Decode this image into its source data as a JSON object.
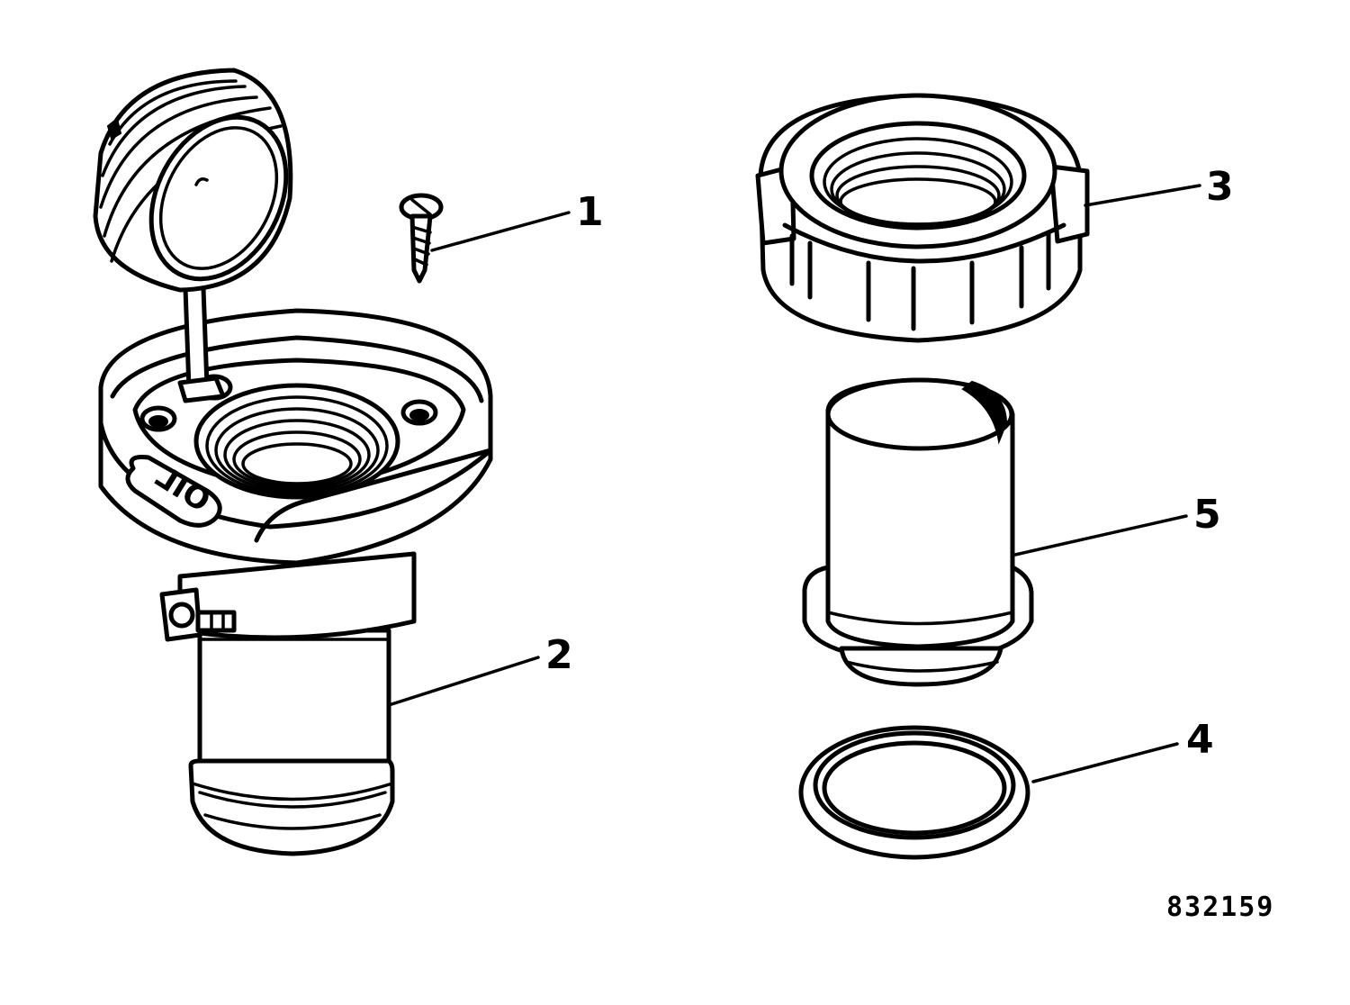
{
  "diagram": {
    "figure_code": "832159",
    "parts": [
      {
        "id": "screw",
        "callout": "1"
      },
      {
        "id": "fill-neck",
        "callout": "2",
        "embossed_label": "OIL"
      },
      {
        "id": "nut",
        "callout": "3"
      },
      {
        "id": "gasket",
        "callout": "4"
      },
      {
        "id": "adapter",
        "callout": "5"
      }
    ]
  }
}
